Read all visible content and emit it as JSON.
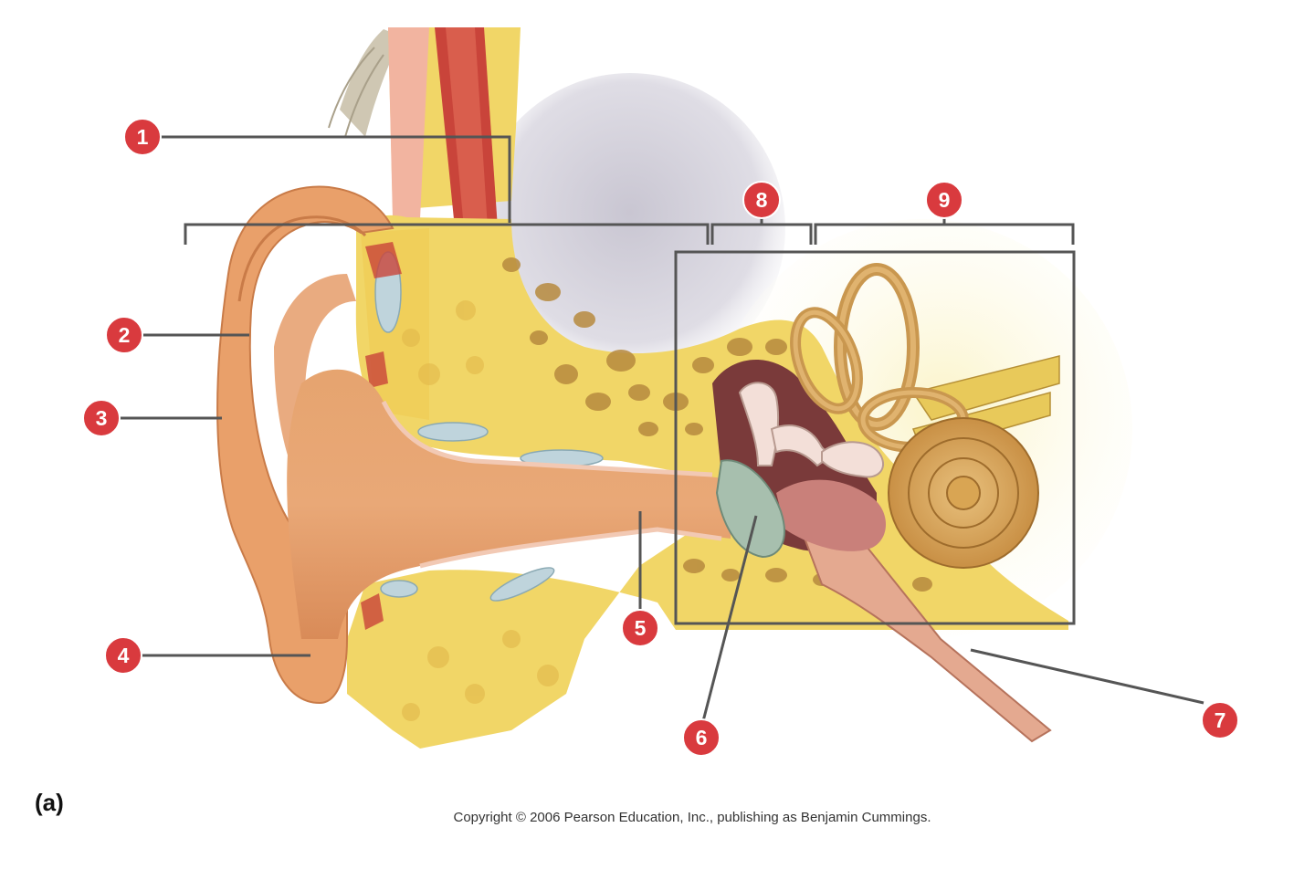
{
  "panel_label": "(a)",
  "copyright": "Copyright © 2006 Pearson Education, Inc., publishing as Benjamin Cummings.",
  "markers": [
    {
      "id": "1",
      "label": "1"
    },
    {
      "id": "2",
      "label": "2"
    },
    {
      "id": "3",
      "label": "3"
    },
    {
      "id": "4",
      "label": "4"
    },
    {
      "id": "5",
      "label": "5"
    },
    {
      "id": "6",
      "label": "6"
    },
    {
      "id": "7",
      "label": "7"
    },
    {
      "id": "8",
      "label": "8"
    },
    {
      "id": "9",
      "label": "9"
    }
  ],
  "colors": {
    "marker_fill": "#d93a3e",
    "leader_line": "#555555",
    "skin": "#e9a06a",
    "skin_dark": "#d98550",
    "cartilage": "#f2c9b4",
    "fat": "#f1d667",
    "bone": "#e8c95a",
    "muscle": "#c9443a",
    "ossicle": "#f3dfd8",
    "eardrum": "#a7bfae",
    "cochlea": "#d9a553",
    "middle_ear_cavity": "#7a3a3a"
  }
}
